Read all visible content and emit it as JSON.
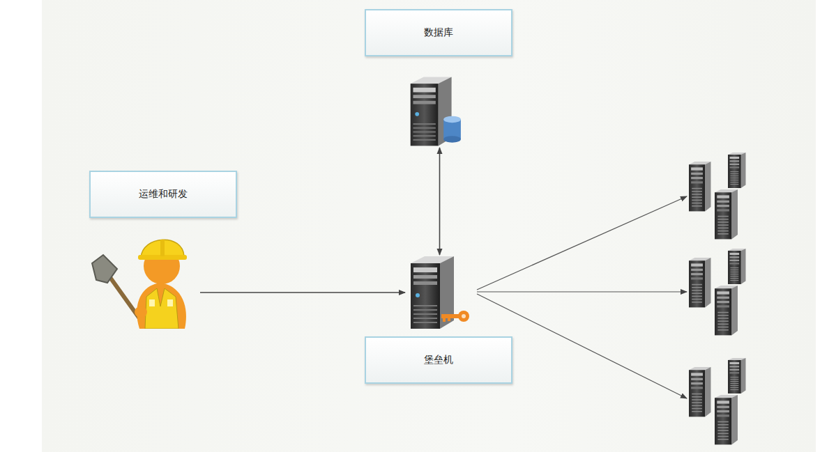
{
  "diagram": {
    "nodes": [
      {
        "text": [
          "数据库"
        ]
      },
      {
        "text": [
          "运维和研发"
        ]
      },
      {
        "text": [
          "堡垒机"
        ]
      }
    ],
    "edges": [
      {
        "from": 1,
        "to": 2,
        "arrow": "to"
      },
      {
        "from": 0,
        "to": 2,
        "arrow": "both"
      }
    ]
  }
}
